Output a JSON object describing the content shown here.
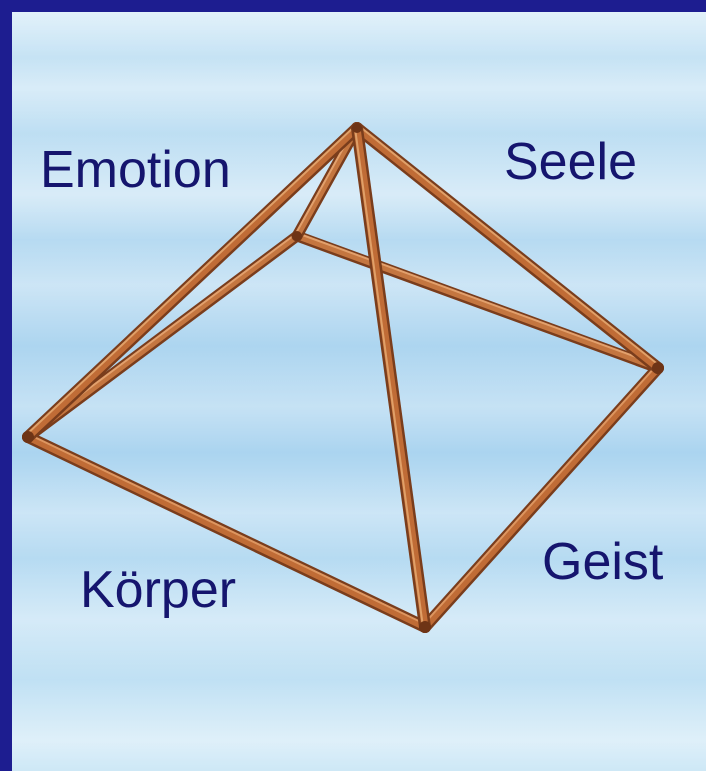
{
  "labels": {
    "emotion": "Emotion",
    "seele": "Seele",
    "geist": "Geist",
    "koerper": "Körper"
  },
  "colors": {
    "frame": "#1d1d90",
    "wood_dark": "#7a3d1c",
    "wood_mid": "#b0622e",
    "wood_light": "#d88d55",
    "text": "#15156e"
  }
}
